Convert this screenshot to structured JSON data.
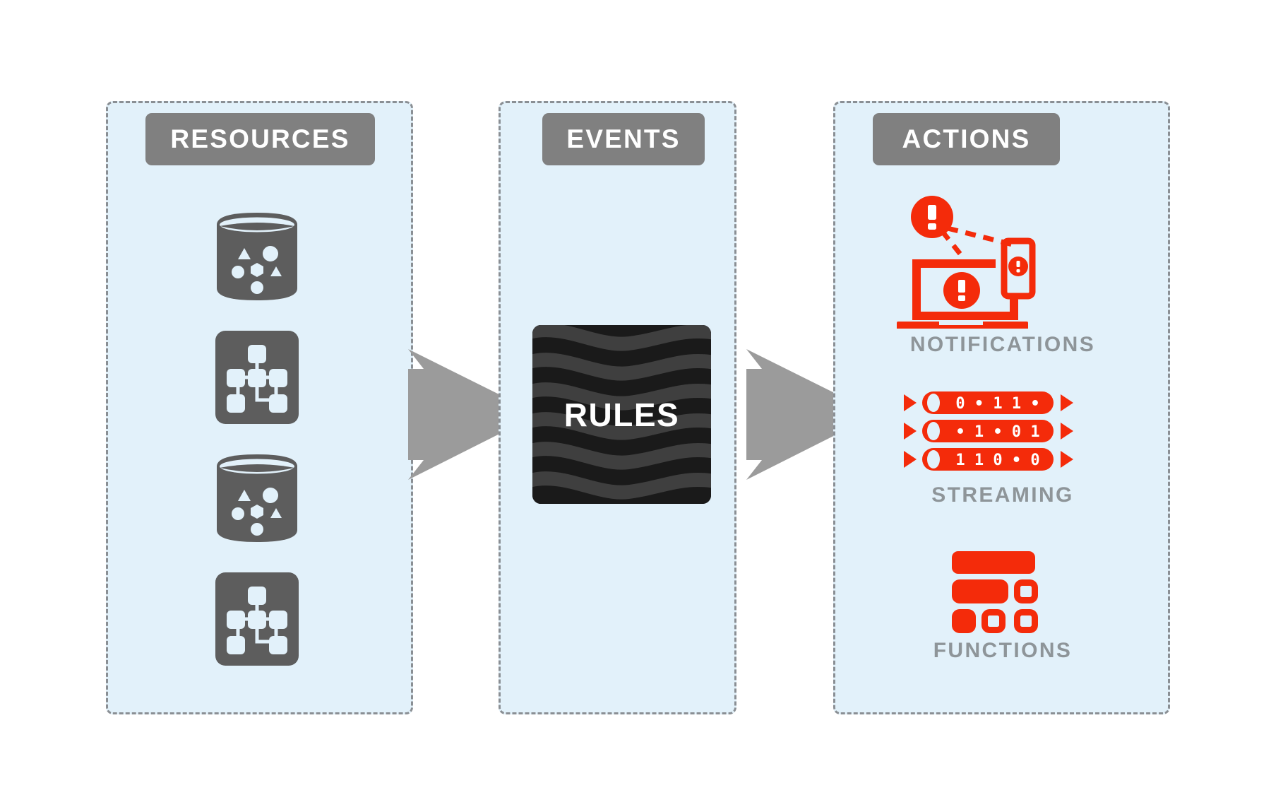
{
  "diagram": {
    "title_hidden": "",
    "colors": {
      "panel_fill": "#e2f1fa",
      "panel_border": "#8a8f94",
      "header_fill": "#808080",
      "header_text": "#ffffff",
      "icon_gray": "#5d5d5d",
      "accent_red": "#f42b0a",
      "label_gray": "#8e9599",
      "arrow_gray": "#9b9b9b",
      "rules_dark": "#1a1a1a",
      "rules_mid": "#3f3f3f"
    },
    "panels": [
      {
        "id": "resources",
        "header": "RESOURCES",
        "icons": [
          {
            "name": "database-icon",
            "label": ""
          },
          {
            "name": "network-topology-icon",
            "label": ""
          },
          {
            "name": "database-icon",
            "label": ""
          },
          {
            "name": "network-topology-icon",
            "label": ""
          }
        ]
      },
      {
        "id": "events",
        "header": "EVENTS",
        "tile_label": "RULES",
        "tile_icon": "wave-pattern-tile"
      },
      {
        "id": "actions",
        "header": "ACTIONS",
        "items": [
          {
            "icon": "notification-alert-icon",
            "label": "NOTIFICATIONS"
          },
          {
            "icon": "streaming-binary-icon",
            "label": "STREAMING"
          },
          {
            "icon": "functions-blocks-icon",
            "label": "FUNCTIONS"
          }
        ]
      }
    ],
    "arrows": [
      {
        "name": "flow-arrow-resources-to-events",
        "direction": "right"
      },
      {
        "name": "flow-arrow-events-to-actions",
        "direction": "right"
      }
    ],
    "streaming_rows": [
      "0 • 1 1 •",
      "• 1 • 0 1",
      "1 1 0 • 0"
    ]
  }
}
